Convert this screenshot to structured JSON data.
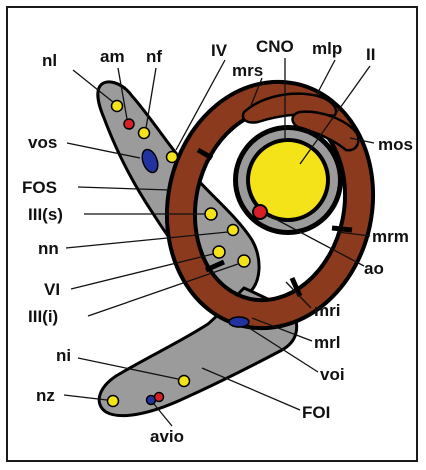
{
  "colors": {
    "background": "#ffffff",
    "gray_structure": "#9b9b9b",
    "muscle_brown": "#8b3a1e",
    "dark_band": "#000000",
    "nerve_yellow": "#f5e31a",
    "vein_blue": "#2233a0",
    "artery_red": "#d81f26",
    "outline": "#000000",
    "text": "#111111"
  },
  "labels": {
    "nl": "nl",
    "am": "am",
    "nf": "nf",
    "iv": "IV",
    "mrs": "mrs",
    "cno": "CNO",
    "mlp": "mlp",
    "ii": "II",
    "mos": "mos",
    "vos": "vos",
    "fos": "FOS",
    "iii_s": "III(s)",
    "nn": "nn",
    "vi": "VI",
    "iii_i": "III(i)",
    "mrm": "mrm",
    "ao": "ao",
    "mri": "mri",
    "mrl": "mrl",
    "voi": "voi",
    "ni": "ni",
    "nz": "nz",
    "foi": "FOI",
    "avio": "avio"
  }
}
